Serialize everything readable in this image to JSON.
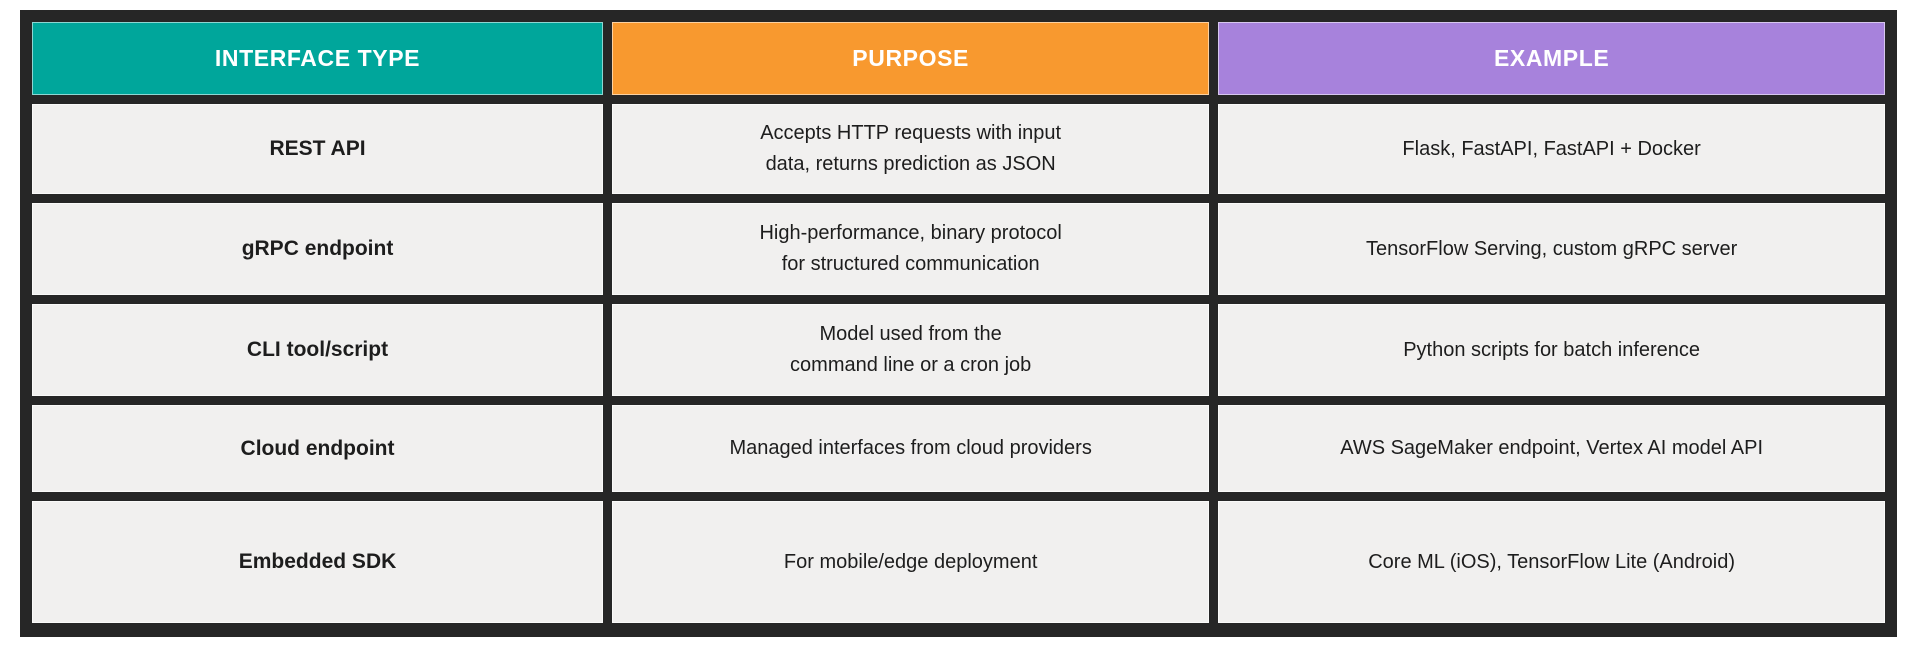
{
  "colors": {
    "interface_type_header": "#00A69B",
    "purpose_header": "#F8992F",
    "example_header": "#A782DC",
    "table_frame": "#262626",
    "cell_background": "#F1F0EF",
    "header_text": "#FFFFFF",
    "body_text": "#1D1D1D",
    "page_background": "#FFFFFF"
  },
  "table": {
    "columns": [
      {
        "label": "INTERFACE TYPE",
        "color": "#00A69B"
      },
      {
        "label": "PURPOSE",
        "color": "#F8992F"
      },
      {
        "label": "EXAMPLE",
        "color": "#A782DC"
      }
    ],
    "rows": [
      {
        "type": "REST API",
        "purpose": "Accepts HTTP requests with input\ndata, returns prediction as JSON",
        "example": "Flask, FastAPI, FastAPI + Docker"
      },
      {
        "type": "gRPC endpoint",
        "purpose": "High-performance, binary protocol\nfor structured communication",
        "example": "TensorFlow Serving, custom gRPC server"
      },
      {
        "type": "CLI tool/script",
        "purpose": "Model used from the\ncommand line or a cron job",
        "example": "Python scripts for batch inference"
      },
      {
        "type": "Cloud endpoint",
        "purpose": "Managed interfaces from cloud providers",
        "example": "AWS SageMaker endpoint, Vertex AI model API"
      },
      {
        "type": "Embedded SDK",
        "purpose": "For mobile/edge deployment",
        "example": "Core ML (iOS), TensorFlow Lite (Android)"
      }
    ]
  },
  "chart_data": {
    "type": "table",
    "columns": [
      "INTERFACE TYPE",
      "PURPOSE",
      "EXAMPLE"
    ],
    "rows": [
      [
        "REST API",
        "Accepts HTTP requests with input data, returns prediction as JSON",
        "Flask, FastAPI, FastAPI + Docker"
      ],
      [
        "gRPC endpoint",
        "High-performance, binary protocol for structured communication",
        "TensorFlow Serving, custom gRPC server"
      ],
      [
        "CLI tool/script",
        "Model used from the command line or a cron job",
        "Python scripts for batch inference"
      ],
      [
        "Cloud endpoint",
        "Managed interfaces from cloud providers",
        "AWS SageMaker endpoint, Vertex AI model API"
      ],
      [
        "Embedded SDK",
        "For mobile/edge deployment",
        "Core ML (iOS), TensorFlow Lite (Android)"
      ]
    ]
  }
}
